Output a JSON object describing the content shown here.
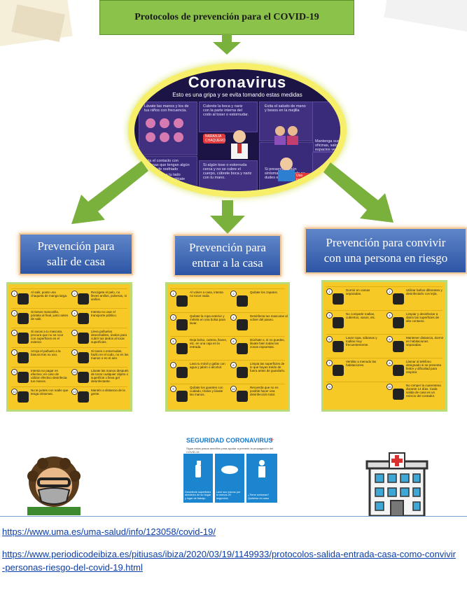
{
  "top": {
    "title": "Protocolos de prevención para el COVID-19"
  },
  "oval": {
    "title": "Coronavirus",
    "subtitle": "Esto es una gripa y se evita tomando estas medidas",
    "tips": [
      "Lávate las manos y los de tus niños con frecuencia.",
      "Cubrete la boca y nariz con la parte interna del codo al toser o estornudar.",
      "Evita el saludo de mano y besos en la mejilla",
      "Mantenga sus oficinas, salones y espacios ventilados.",
      "Evita el contacto con personas que tengan algún síntoma de resfriado",
      "Si algún tose o estornuda cerca y no se cubre el cuerpo, cúbrete boca y nariz con tu mano.",
      "Si personas a tu lado tienen síntomas, aléjate",
      "Si presentas algún síntoma de resfriado no dudes en consultar"
    ],
    "badge": "NARANJA CHAQUERO",
    "badge2": "Usa tapaboca si estás enfermo"
  },
  "sections": [
    {
      "line1": "Prevención para",
      "line2": "salir de casa"
    },
    {
      "line1": "Prevención para",
      "line2": "entrar a la casa"
    },
    {
      "line1": "Prevención para convivir",
      "line2": "con una persona en riesgo"
    }
  ],
  "posters": [
    {
      "rows": [
        [
          "Al salir, ponte una chaqueta de manga larga.",
          "Recógete el pelo, no lleves anillos, pulseras, ni anillos."
        ],
        [
          "Si tienes mascarilla, póntela al final, justo antes de salir.",
          "Intenta no usar el transporte público."
        ],
        [
          "Si sacas a tu mascota, procura que no se roce con superficies en el exterior.",
          "Lleva pañuelos desechables, úsalos para cubrir tus dedos al tocar superficies."
        ],
        [
          "Arroja el pañuelo a la basura tras su uso.",
          "Si toses o estornudas, hazlo en el codo, no en las manos o en el aire."
        ],
        [
          "Intenta no pagar en efectivo; en caso de utilizar efectivo desinfecta tus manos.",
          "Lávate las manos después de tocar cualquier objeto o superficie o lleva gel desinfectante."
        ],
        [
          "No te juntes con nadie que tenga síntomas.",
          "Mantén a distancia de la gente."
        ]
      ]
    },
    {
      "rows": [
        [
          "Al volver a casa, intenta no tocar nada.",
          "Quítate los zapatos."
        ],
        [
          "Quítate la ropa exterior y métela en una bolsa para lavar.",
          "Desinfecta tus mascotas al volver del paseo."
        ],
        [
          "Deja bolso, cartera, llaves, etc. en una caja en la entrada.",
          "Dúchate o, si no puedes, lávate bien todas las zonas expuestas."
        ],
        [
          "Lava tu móvil y gafas con agua y jabón o alcohol.",
          "Limpia las superficies de lo que hayas traído de fuera antes de guardarlo."
        ],
        [
          "Quítate los guantes con cuidado, tíralos y lávate las manos.",
          "Recuerda que no es posible hacer una desinfección total."
        ]
      ]
    },
    {
      "rows": [
        [
          "Dormir en camas separadas.",
          "Utilizar baños diferentes y desinfectarlo con lejía."
        ],
        [
          "No compartir toallas, cubiertos, vasos, etc.",
          "Limpiar y desinfectar a diario las superficies de alto contacto."
        ],
        [
          "Lavar ropa, sábanas y toallas muy frecuentemente.",
          "Mantener distancia, dormir en habitaciones separadas."
        ],
        [
          "Ventilar a menudo las habitaciones.",
          "Llamar al teléfono designado si se presenta fiebre y dificultad para respirar."
        ],
        [
          "",
          "No romper la cuarentena durante 14 días. Cada salida de casa es un reinicio del contador."
        ]
      ]
    }
  ],
  "seguridad": {
    "title": "SEGURIDAD CORONAVIRUS",
    "subtitle": "Sigue estos pasos sencillos para ayudar a prevenir la propagación del COVID-19",
    "captions": [
      "Desinfecte superficies alrededor de su hogar y lugar de trabajo",
      "Lave sus manos por lo menos 20 segundos",
      "¿Tiene síntomas? Quédese en casa"
    ]
  },
  "links": [
    "https://www.uma.es/uma-salud/info/123058/covid-19/",
    "https://www.periodicodeibiza.es/pitiusas/ibiza/2020/03/19/1149933/protocolos-salida-entrada-casa-como-convivir-personas-riesgo-del-covid-19.html"
  ],
  "colors": {
    "arrow": "#8bc34a",
    "heading_bg": "#2d55a5",
    "poster_bg": "#f7c927",
    "link": "#0b3ea8"
  }
}
